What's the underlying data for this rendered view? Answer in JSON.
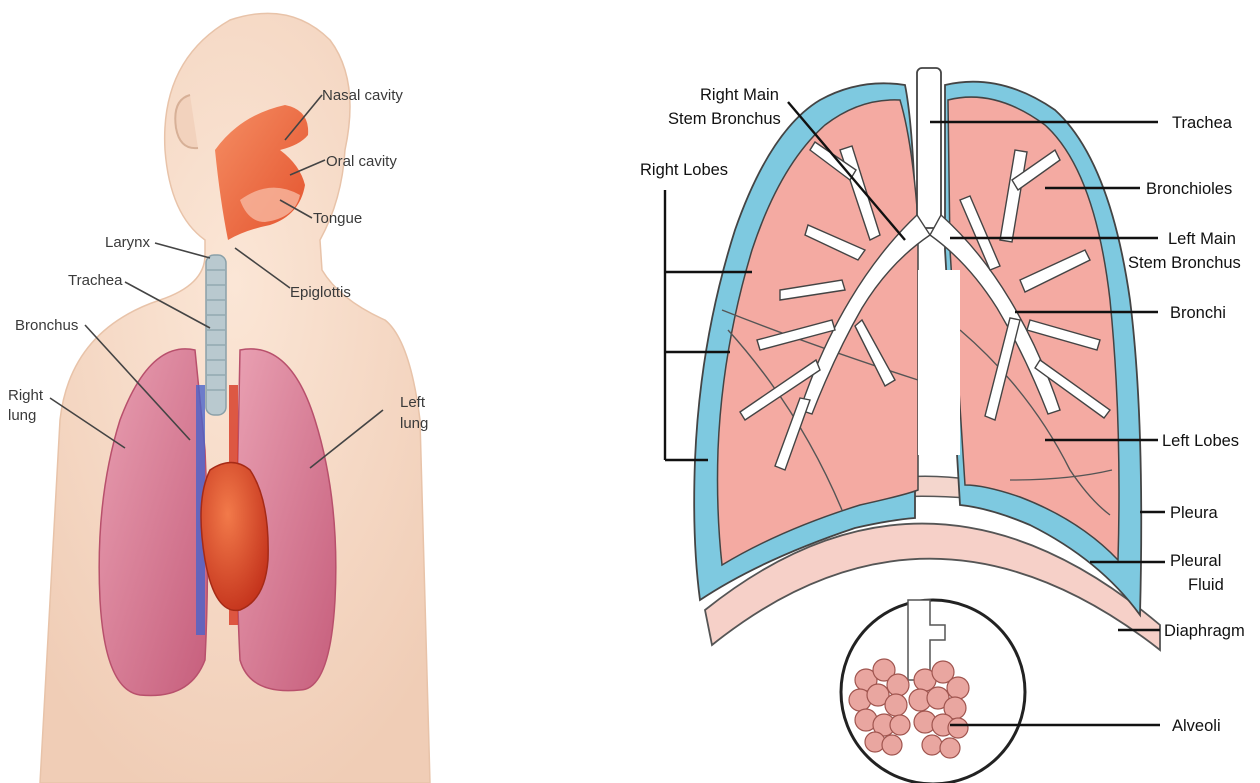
{
  "left_diagram": {
    "labels": {
      "nasal_cavity": "Nasal cavity",
      "oral_cavity": "Oral cavity",
      "tongue": "Tongue",
      "larynx": "Larynx",
      "epiglottis": "Epiglottis",
      "trachea": "Trachea",
      "bronchus": "Bronchus",
      "right_lung_1": "Right",
      "right_lung_2": "lung",
      "left_lung_1": "Left",
      "left_lung_2": "lung"
    }
  },
  "right_diagram": {
    "labels": {
      "right_main_stem_1": "Right Main",
      "right_main_stem_2": "Stem Bronchus",
      "right_lobes": "Right Lobes",
      "trachea": "Trachea",
      "bronchioles": "Bronchioles",
      "left_main_stem_1": "Left Main",
      "left_main_stem_2": "Stem Bronchus",
      "bronchi": "Bronchi",
      "left_lobes": "Left Lobes",
      "pleura": "Pleura",
      "pleural_fluid_1": "Pleural",
      "pleural_fluid_2": "Fluid",
      "diaphragm": "Diaphragm",
      "alveoli": "Alveoli"
    }
  }
}
